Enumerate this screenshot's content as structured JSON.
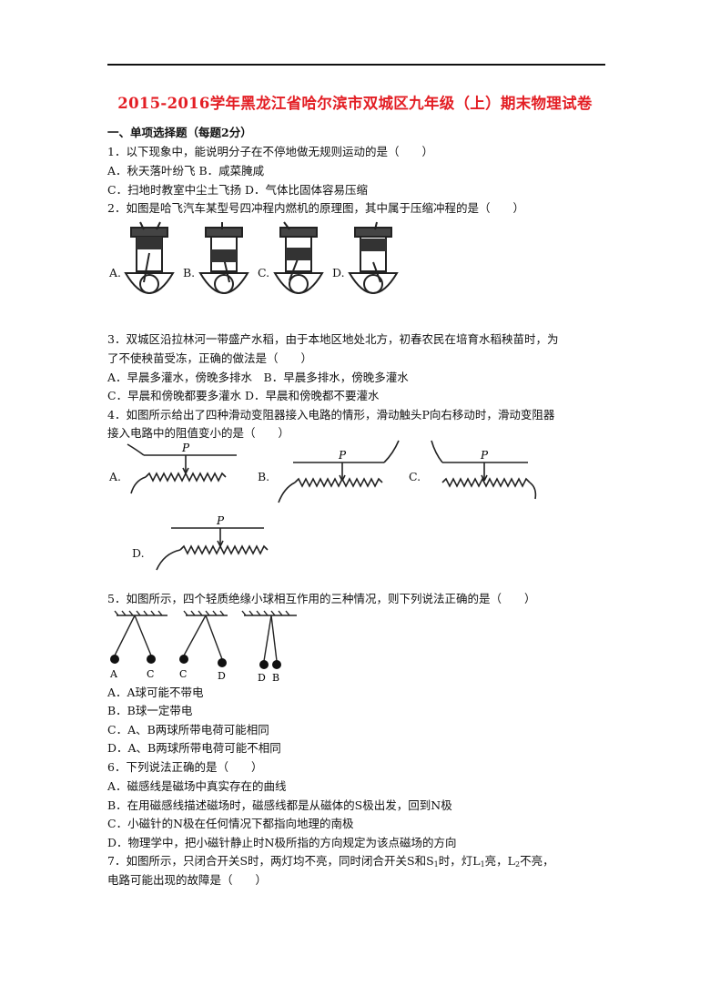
{
  "title": "2015-2016学年黑龙江省哈尔滨市双城区九年级（上）期末物理试卷",
  "section1": "一、单项选择题（每题2分）",
  "q1": {
    "stem": "1．以下现象中，能说明分子在不停地做无规则运动的是（　　）",
    "opt1": "A．秋天落叶纷飞 B．咸菜腌咸",
    "opt2": "C．扫地时教室中尘土飞扬 D．气体比固体容易压缩"
  },
  "q2": {
    "stem": "2．如图是哈飞汽车某型号四冲程内燃机的原理图，其中属于压缩冲程的是（　　）",
    "labels": [
      "A.",
      "B.",
      "C.",
      "D."
    ]
  },
  "q3": {
    "stem1": "3．双城区沿拉林河一带盛产水稻，由于本地区地处北方，初春农民在培育水稻秧苗时，为",
    "stem2": "了不使秧苗受冻，正确的做法是（　　）",
    "opt1": "A．早晨多灌水，傍晚多排水　B．早晨多排水，傍晚多灌水",
    "opt2": "C．早晨和傍晚都要多灌水 D．早晨和傍晚都不要灌水"
  },
  "q4": {
    "stem1": "4．如图所示给出了四种滑动变阻器接入电路的情形，滑动触头P向右移动时，滑动变阻器",
    "stem2": "接入电路中的阻值变小的是（　　）",
    "labels": [
      "A.",
      "B.",
      "C.",
      "D."
    ],
    "p": "P"
  },
  "q5": {
    "stem": "5．如图所示，四个轻质绝缘小球相互作用的三种情况，则下列说法正确的是（　　）",
    "ball_labels": [
      "A",
      "C",
      "C",
      "D",
      "D",
      "B"
    ],
    "optA": "A．A球可能不带电",
    "optB": "B．B球一定带电",
    "optC": "C．A、B两球所带电荷可能相同",
    "optD": "D．A、B两球所带电荷可能不相同"
  },
  "q6": {
    "stem": "6．下列说法正确的是（　　）",
    "optA": "A．磁感线是磁场中真实存在的曲线",
    "optB": "B．在用磁感线描述磁场时，磁感线都是从磁体的S极出发，回到N极",
    "optC": "C．小磁针的N极在任何情况下都指向地理的南极",
    "optD": "D．物理学中，把小磁针静止时N极所指的方向规定为该点磁场的方向"
  },
  "q7": {
    "stem_a": "7．如图所示，只闭合开关S时，两灯均不亮，同时闭合开关S和S",
    "sub1": "1",
    "stem_b": "时，灯L",
    "stem_c": "亮，L",
    "sub2": "2",
    "stem_d": "不亮，",
    "stem2": "电路可能出现的故障是（　　）"
  }
}
